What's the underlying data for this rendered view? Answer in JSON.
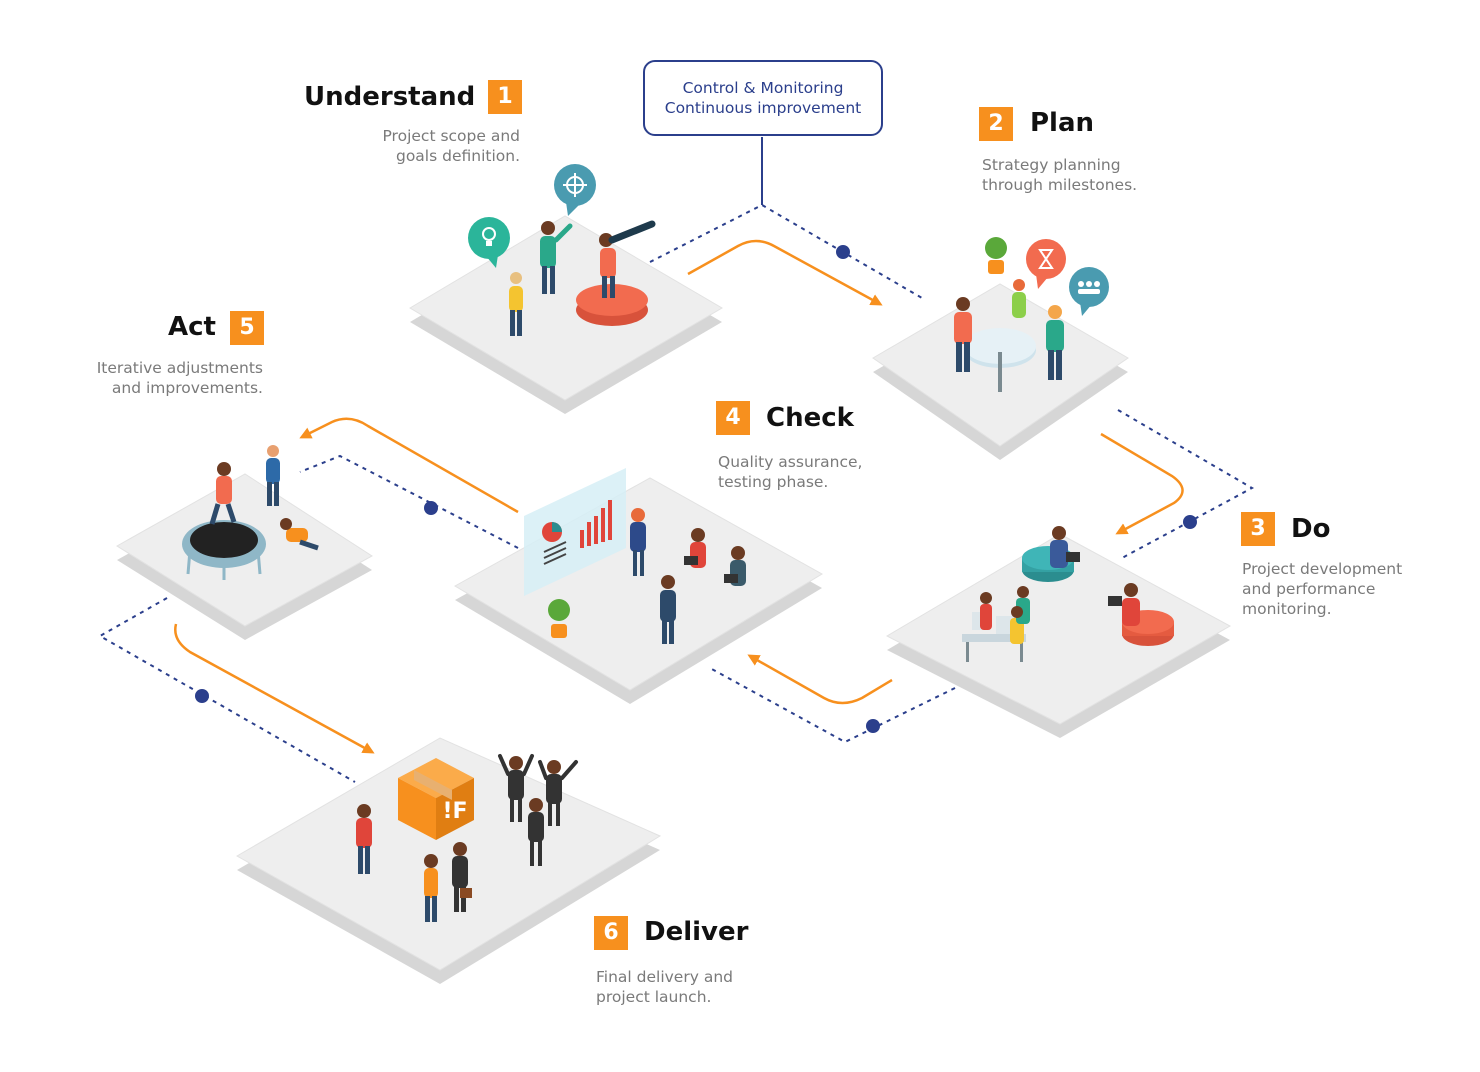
{
  "control": {
    "line1": "Control & Monitoring",
    "line2": "Continuous improvement"
  },
  "steps": [
    {
      "number": "1",
      "title": "Understand",
      "desc": [
        "Project scope and",
        "goals definition."
      ]
    },
    {
      "number": "2",
      "title": "Plan",
      "desc": [
        "Strategy planning",
        "through milestones."
      ]
    },
    {
      "number": "3",
      "title": "Do",
      "desc": [
        "Project development",
        "and performance",
        "monitoring."
      ]
    },
    {
      "number": "4",
      "title": "Check",
      "desc": [
        "Quality assurance,",
        "testing phase."
      ]
    },
    {
      "number": "5",
      "title": "Act",
      "desc": [
        "Iterative adjustments",
        "and improvements."
      ]
    },
    {
      "number": "6",
      "title": "Deliver",
      "desc": [
        "Final delivery and",
        "project launch."
      ]
    }
  ],
  "box_logo": "!F",
  "colors": {
    "accent": "#f7901e",
    "navy": "#2b3f8c",
    "platform": "#ececec",
    "platform_side": "#d6d6d6"
  },
  "icons": [
    "lightbulb-icon",
    "target-icon",
    "hourglass-icon",
    "team-icon"
  ]
}
